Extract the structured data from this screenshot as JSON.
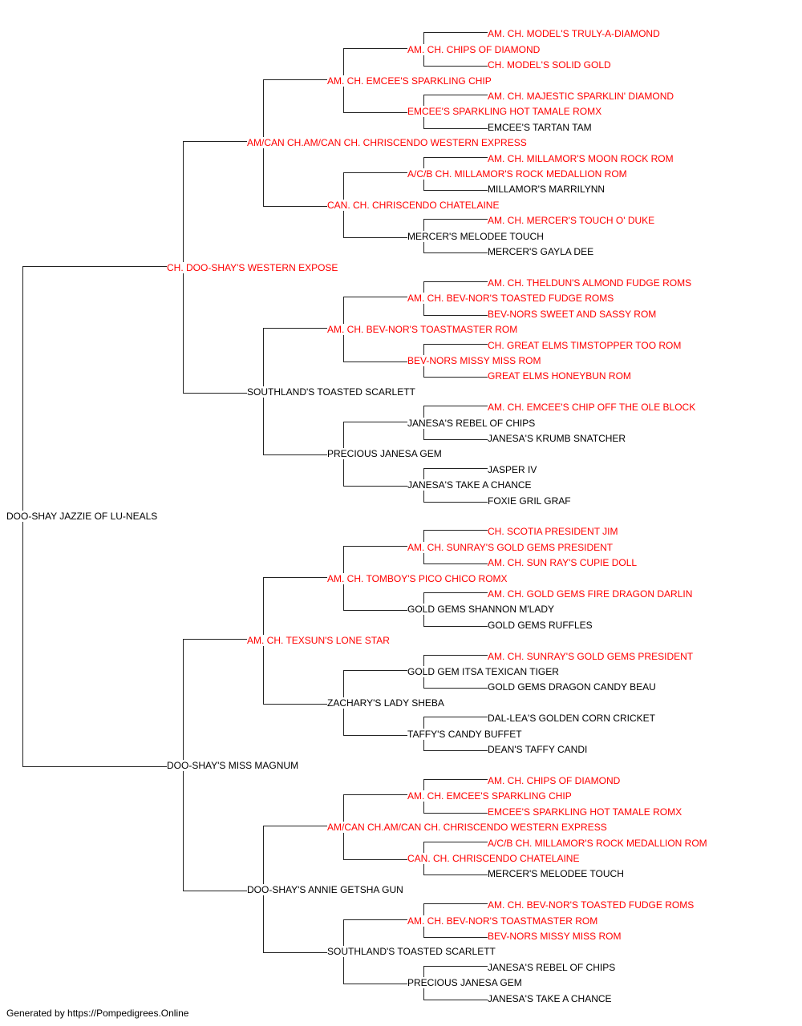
{
  "colors": {
    "titled": "#ff0000",
    "plain": "#000000",
    "line": "#222222"
  },
  "pedigree": {
    "name": "DOO-SHAY JAZZIE OF LU-NEALS",
    "titled": false,
    "sire": {
      "name": "CH. DOO-SHAY'S WESTERN EXPOSE",
      "titled": true,
      "sire": {
        "name": "AM/CAN CH.AM/CAN CH. CHRISCENDO WESTERN EXPRESS",
        "titled": true,
        "sire": {
          "name": "AM. CH. EMCEE'S SPARKLING CHIP",
          "titled": true,
          "sire": {
            "name": "AM. CH. CHIPS OF DIAMOND",
            "titled": true,
            "sire": {
              "name": "AM. CH. MODEL'S TRULY-A-DIAMOND",
              "titled": true
            },
            "dam": {
              "name": "CH. MODEL'S SOLID GOLD",
              "titled": true
            }
          },
          "dam": {
            "name": "EMCEE'S SPARKLING HOT TAMALE ROMX",
            "titled": true,
            "sire": {
              "name": "AM. CH. MAJESTIC SPARKLIN' DIAMOND",
              "titled": true
            },
            "dam": {
              "name": "EMCEE'S TARTAN TAM",
              "titled": false
            }
          }
        },
        "dam": {
          "name": "CAN. CH. CHRISCENDO CHATELAINE",
          "titled": true,
          "sire": {
            "name": "A/C/B CH. MILLAMOR'S ROCK MEDALLION ROM",
            "titled": true,
            "sire": {
              "name": "AM. CH. MILLAMOR'S MOON ROCK ROM",
              "titled": true
            },
            "dam": {
              "name": "MILLAMOR'S MARRILYNN",
              "titled": false
            }
          },
          "dam": {
            "name": "MERCER'S MELODEE TOUCH",
            "titled": false,
            "sire": {
              "name": "AM. CH. MERCER'S TOUCH O' DUKE",
              "titled": true
            },
            "dam": {
              "name": "MERCER'S GAYLA DEE",
              "titled": false
            }
          }
        }
      },
      "dam": {
        "name": "SOUTHLAND'S TOASTED SCARLETT",
        "titled": false,
        "sire": {
          "name": "AM. CH. BEV-NOR'S TOASTMASTER ROM",
          "titled": true,
          "sire": {
            "name": "AM. CH. BEV-NOR'S TOASTED FUDGE ROMS",
            "titled": true,
            "sire": {
              "name": "AM. CH. THELDUN'S ALMOND FUDGE ROMS",
              "titled": true
            },
            "dam": {
              "name": "BEV-NORS SWEET AND SASSY ROM",
              "titled": true
            }
          },
          "dam": {
            "name": "BEV-NORS MISSY MISS ROM",
            "titled": true,
            "sire": {
              "name": "CH. GREAT ELMS TIMSTOPPER TOO ROM",
              "titled": true
            },
            "dam": {
              "name": "GREAT ELMS HONEYBUN ROM",
              "titled": true
            }
          }
        },
        "dam": {
          "name": "PRECIOUS JANESA GEM",
          "titled": false,
          "sire": {
            "name": "JANESA'S REBEL OF CHIPS",
            "titled": false,
            "sire": {
              "name": "AM. CH. EMCEE'S CHIP OFF THE OLE BLOCK",
              "titled": true
            },
            "dam": {
              "name": "JANESA'S KRUMB SNATCHER",
              "titled": false
            }
          },
          "dam": {
            "name": "JANESA'S TAKE A CHANCE",
            "titled": false,
            "sire": {
              "name": "JASPER IV",
              "titled": false
            },
            "dam": {
              "name": "FOXIE GRIL GRAF",
              "titled": false
            }
          }
        }
      }
    },
    "dam": {
      "name": "DOO-SHAY'S MISS MAGNUM",
      "titled": false,
      "sire": {
        "name": "AM. CH. TEXSUN'S LONE STAR",
        "titled": true,
        "sire": {
          "name": "AM. CH. TOMBOY'S PICO CHICO ROMX",
          "titled": true,
          "sire": {
            "name": "AM. CH. SUNRAY'S GOLD GEMS PRESIDENT",
            "titled": true,
            "sire": {
              "name": "CH. SCOTIA PRESIDENT JIM",
              "titled": true
            },
            "dam": {
              "name": "AM. CH. SUN RAY'S CUPIE DOLL",
              "titled": true
            }
          },
          "dam": {
            "name": "GOLD GEMS SHANNON M'LADY",
            "titled": false,
            "sire": {
              "name": "AM. CH. GOLD GEMS FIRE DRAGON DARLIN",
              "titled": true
            },
            "dam": {
              "name": "GOLD GEMS RUFFLES",
              "titled": false
            }
          }
        },
        "dam": {
          "name": "ZACHARY'S LADY SHEBA",
          "titled": false,
          "sire": {
            "name": "GOLD GEM ITSA TEXICAN TIGER",
            "titled": false,
            "sire": {
              "name": "AM. CH. SUNRAY'S GOLD GEMS PRESIDENT",
              "titled": true
            },
            "dam": {
              "name": "GOLD GEMS DRAGON CANDY BEAU",
              "titled": false
            }
          },
          "dam": {
            "name": "TAFFY'S CANDY BUFFET",
            "titled": false,
            "sire": {
              "name": "DAL-LEA'S GOLDEN CORN CRICKET",
              "titled": false
            },
            "dam": {
              "name": "DEAN'S TAFFY CANDI",
              "titled": false
            }
          }
        }
      },
      "dam": {
        "name": "DOO-SHAY'S ANNIE GETSHA GUN",
        "titled": false,
        "sire": {
          "name": "AM/CAN CH.AM/CAN CH. CHRISCENDO WESTERN EXPRESS",
          "titled": true,
          "sire": {
            "name": "AM. CH. EMCEE'S SPARKLING CHIP",
            "titled": true,
            "sire": {
              "name": "AM. CH. CHIPS OF DIAMOND",
              "titled": true
            },
            "dam": {
              "name": "EMCEE'S SPARKLING HOT TAMALE ROMX",
              "titled": true
            }
          },
          "dam": {
            "name": "CAN. CH. CHRISCENDO CHATELAINE",
            "titled": true,
            "sire": {
              "name": "A/C/B CH. MILLAMOR'S ROCK MEDALLION ROM",
              "titled": true
            },
            "dam": {
              "name": "MERCER'S MELODEE TOUCH",
              "titled": false
            }
          }
        },
        "dam": {
          "name": "SOUTHLAND'S TOASTED SCARLETT",
          "titled": false,
          "sire": {
            "name": "AM. CH. BEV-NOR'S TOASTMASTER ROM",
            "titled": true,
            "sire": {
              "name": "AM. CH. BEV-NOR'S TOASTED FUDGE ROMS",
              "titled": true
            },
            "dam": {
              "name": "BEV-NORS MISSY MISS ROM",
              "titled": true
            }
          },
          "dam": {
            "name": "PRECIOUS JANESA GEM",
            "titled": false,
            "sire": {
              "name": "JANESA'S REBEL OF CHIPS",
              "titled": false
            },
            "dam": {
              "name": "JANESA'S TAKE A CHANCE",
              "titled": false
            }
          }
        }
      }
    }
  },
  "footer": "Generated by https://Pompedigrees.Online"
}
